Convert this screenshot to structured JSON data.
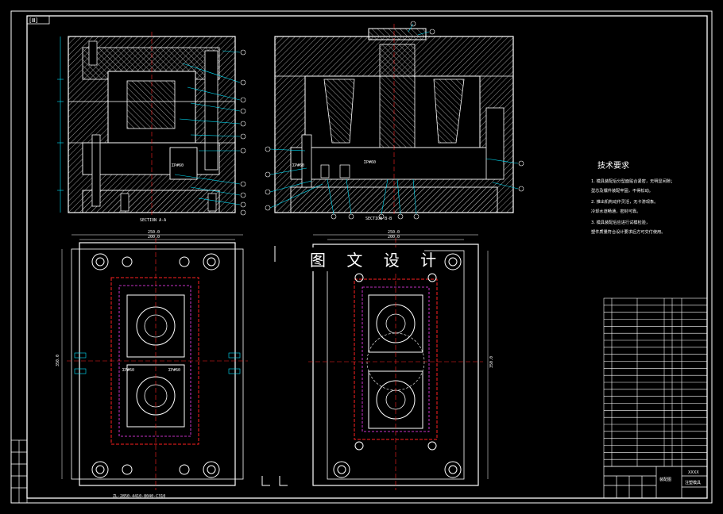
{
  "watermark": "图 文 设 计",
  "corner_tag": "[Ⅲ]",
  "section_a": "SECTION A-A",
  "section_b": "SECTION B-B",
  "spec_label": "ZL-2850-4410-8040-C310",
  "tech_title": "技术要求",
  "tech_lines": [
    "1. 模具装配后分型面贴合紧密，无明显间隙；",
    "   型芯及镶件装配牢固，不得松动。",
    "2. 推出机构动作灵活，无卡滞现象。",
    "   冷却水道畅通，密封可靠。",
    "3. 模具装配后应进行试模检验，",
    "   塑件质量符合设计要求后方可交付使用。"
  ],
  "dimensions": {
    "top_width_1": "250.0",
    "top_width_2": "200.0",
    "right_width_1": "250.0",
    "right_width_2": "200.0",
    "left_height": "350.0",
    "right_height": "350.0"
  },
  "title_block": {
    "big_cell": "XXXX",
    "label_a": "装配图",
    "label_b": "注塑模具"
  },
  "colors": {
    "line": "#ffffff",
    "cyan": "#00e5ff",
    "red": "#ff2020",
    "magenta": "#ff40ff",
    "green": "#00ff60",
    "yellow": "#ffff40",
    "hatch": "#b0b0b0"
  }
}
